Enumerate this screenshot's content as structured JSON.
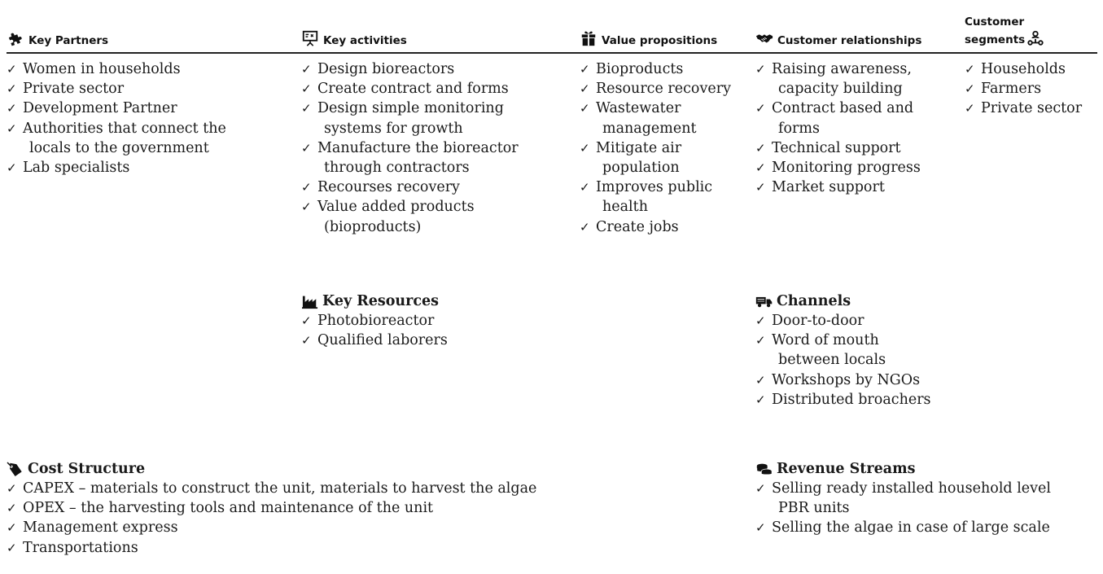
{
  "canvas": {
    "sections": {
      "key_partners": {
        "title": "Key Partners",
        "icon": "puzzle-icon",
        "items": [
          "Women in households",
          "Private sector",
          "Development Partner",
          "Authorities that connect the",
          "locals to the government",
          "Lab specialists"
        ]
      },
      "key_activities": {
        "title": "Key activities",
        "icon": "presentation-icon",
        "items": [
          "Design bioreactors",
          "Create contract and forms",
          "Design simple monitoring",
          "systems for growth",
          "Manufacture the bioreactor",
          "through contractors",
          "Recourses recovery",
          "Value added products",
          "(bioproducts)"
        ]
      },
      "value_propositions": {
        "title": "Value propositions",
        "icon": "gift-icon",
        "items": [
          "Bioproducts",
          "Resource recovery",
          "Wastewater",
          "management",
          "Mitigate air",
          "population",
          "Improves public",
          "health",
          "Create jobs"
        ]
      },
      "customer_relationships": {
        "title": "Customer relationships",
        "icon": "handshake-icon",
        "items": [
          "Raising awareness,",
          "capacity building",
          "Contract based and",
          "forms",
          "Technical support",
          "Monitoring progress",
          "Market support"
        ]
      },
      "customer_segments": {
        "title_line1": "Customer",
        "title_line2": "segments",
        "icon": "people-network-icon",
        "items": [
          "Households",
          "Farmers",
          "Private sector"
        ]
      },
      "key_resources": {
        "title": "Key Resources",
        "icon": "factory-icon",
        "items": [
          "Photobioreactor",
          "Qualified laborers"
        ]
      },
      "channels": {
        "title": "Channels",
        "icon": "truck-icon",
        "items": [
          "Door-to-door",
          "Word of mouth",
          "between locals",
          "Workshops by NGOs",
          "Distributed broachers"
        ]
      },
      "cost_structure": {
        "title": "Cost Structure",
        "icon": "tag-icon",
        "items": [
          "CAPEX – materials to construct the unit, materials to harvest the algae",
          "OPEX – the harvesting tools and maintenance of the unit",
          "Management express",
          "Transportations"
        ]
      },
      "revenue_streams": {
        "title": "Revenue Streams",
        "icon": "coins-icon",
        "items": [
          "Selling ready installed household level",
          "PBR units",
          "Selling the algae in case of large scale"
        ]
      }
    }
  }
}
